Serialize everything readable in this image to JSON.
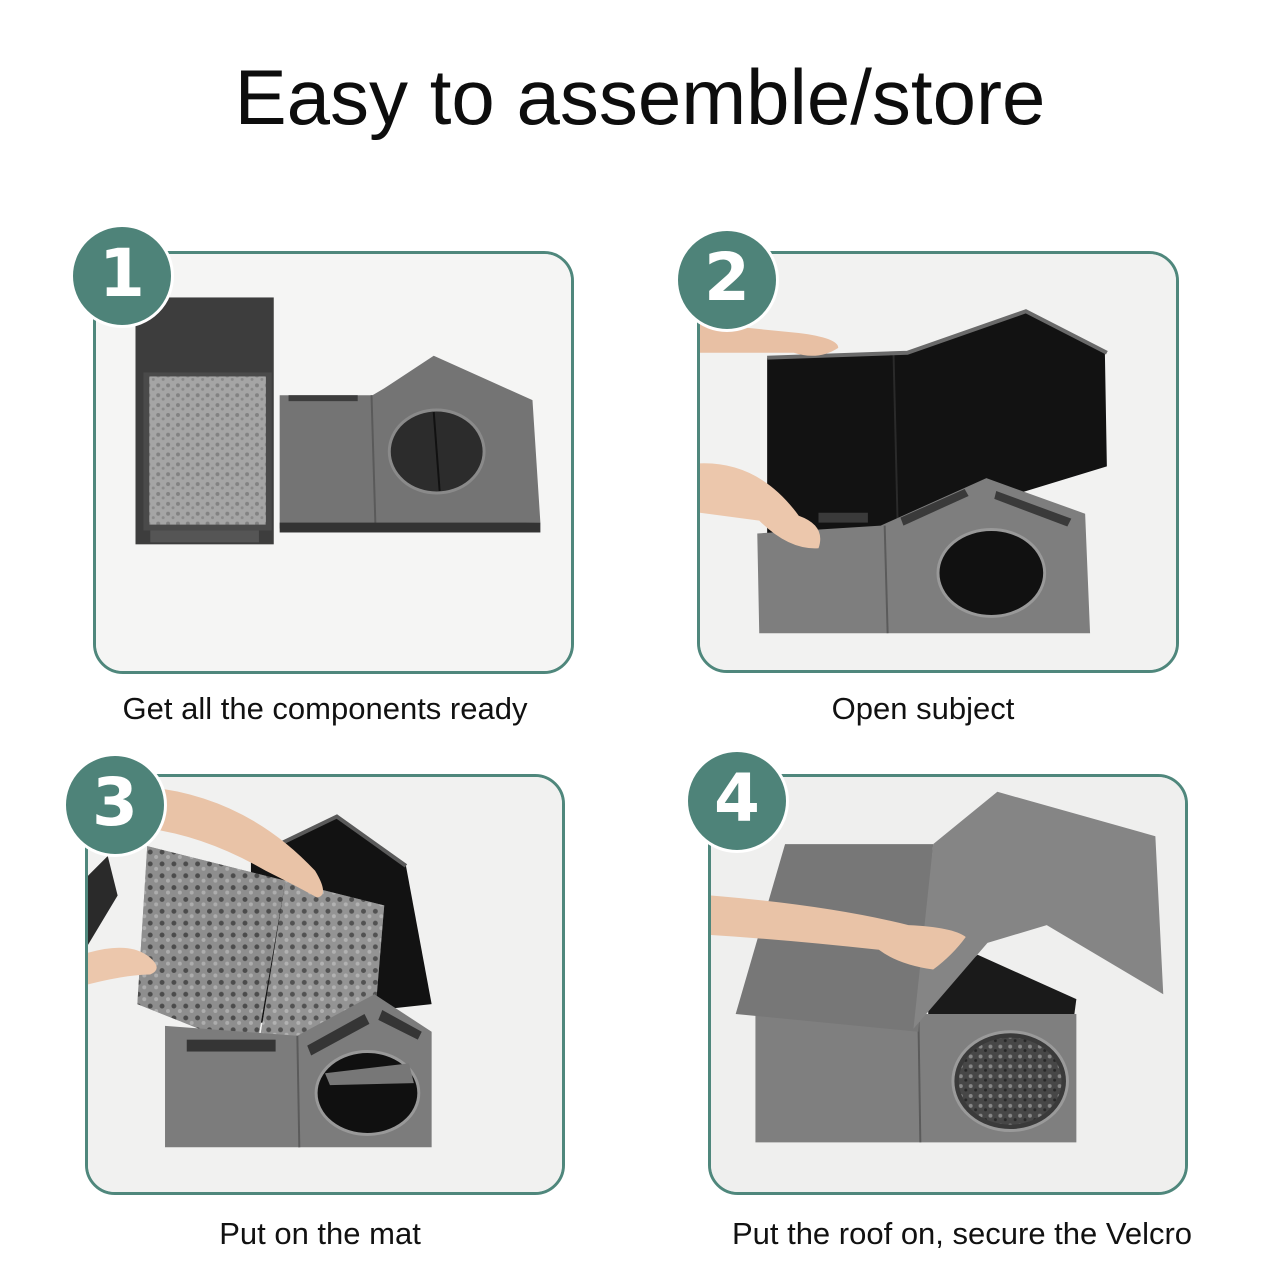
{
  "title": "Easy to assemble/store",
  "colors": {
    "accent_teal": "#4e8379",
    "panel_border": "#4f877c",
    "felt_gray": "#7d7d7d",
    "lining_black": "#141414",
    "background": "#ffffff"
  },
  "steps": [
    {
      "number": "1",
      "caption": "Get all the components ready",
      "image": "folded-cat-house-and-mat"
    },
    {
      "number": "2",
      "caption": "Open subject",
      "image": "hands-opening-cat-house-box"
    },
    {
      "number": "3",
      "caption": "Put on the mat",
      "image": "hands-placing-plush-mat"
    },
    {
      "number": "4",
      "caption": "Put the roof on, secure the Velcro",
      "image": "hand-attaching-roof"
    }
  ]
}
